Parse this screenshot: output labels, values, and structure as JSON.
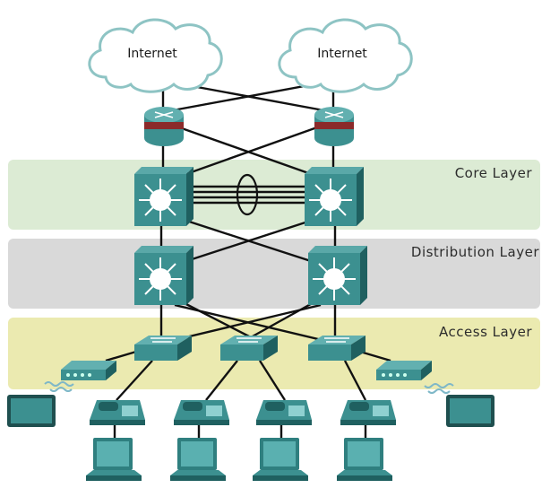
{
  "clouds": [
    {
      "label": "Internet"
    },
    {
      "label": "Internet"
    }
  ],
  "layers": {
    "core": {
      "label": "Core Layer",
      "color": "#dcebd4"
    },
    "distribution": {
      "label": "Distribution Layer",
      "color": "#d9d9d9"
    },
    "access": {
      "label": "Access Layer",
      "color": "#ebeab0"
    }
  },
  "colors": {
    "device": "#3c9090",
    "device_dark": "#1f6060",
    "link": "#111111",
    "cloud_outline": "#8ec4c4"
  },
  "icons": {
    "router": "router-icon",
    "multilayer_switch": "multilayer-switch-icon",
    "access_switch": "access-switch-icon",
    "wireless_ap": "wireless-access-point-icon",
    "ip_phone": "ip-phone-icon",
    "pc": "pc-icon",
    "tablet": "tablet-icon"
  }
}
